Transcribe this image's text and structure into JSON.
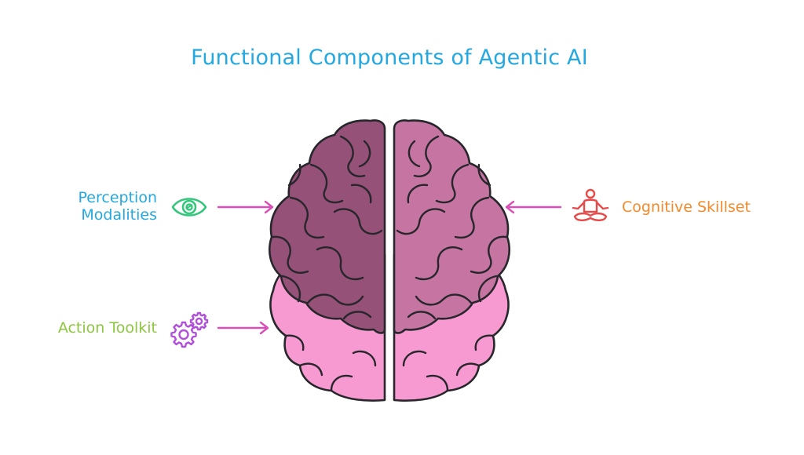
{
  "title": "Functional Components of Agentic AI",
  "colors": {
    "title": "#24a8e0",
    "perception": "#24a8e0",
    "action": "#8cc63f",
    "cognitive": "#f58a2a",
    "arrow": "#d94fb5",
    "eye_icon": "#34c77b",
    "gear_icon": "#b04fd9",
    "meditation_icon": "#e84a4a",
    "brain_left_dark": "#955177",
    "brain_right_dark": "#c675a3",
    "brain_light": "#f79ad1",
    "outline": "#26262b"
  },
  "components": {
    "perception": {
      "line1": "Perception",
      "line2": "Modalities",
      "icon": "eye-icon"
    },
    "action": {
      "label": "Action Toolkit",
      "icon": "gears-icon"
    },
    "cognitive": {
      "label": "Cognitive Skillset",
      "icon": "meditation-icon"
    }
  }
}
